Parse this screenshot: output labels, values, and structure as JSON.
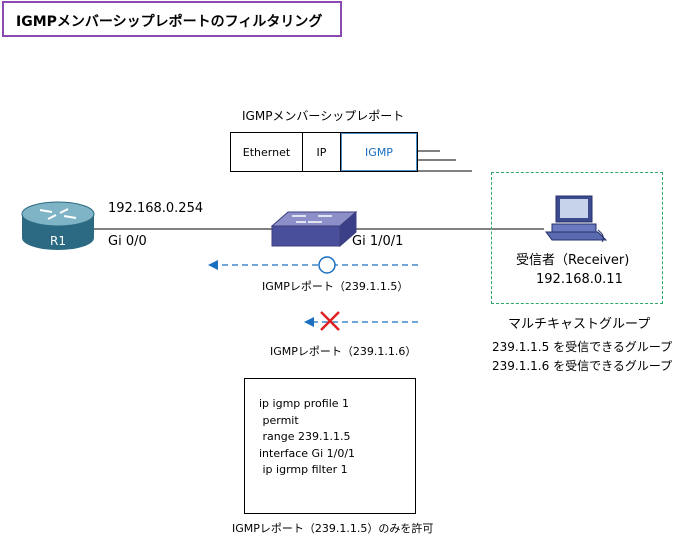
{
  "title": "IGMPメンバーシップレポートのフィルタリング",
  "packet": {
    "label": "IGMPメンバーシップレポート",
    "fields": [
      "Ethernet",
      "IP",
      "IGMP"
    ]
  },
  "router": {
    "name": "R1",
    "ip": "192.168.0.254",
    "interface": "Gi 0/0"
  },
  "switch": {
    "interface": "Gi 1/0/1"
  },
  "receiver": {
    "label": "受信者（Receiver)",
    "ip": "192.168.0.11"
  },
  "group": {
    "label": "マルチキャストグループ",
    "members": [
      "239.1.1.5 を受信できるグループ",
      "239.1.1.6 を受信できるグループ"
    ]
  },
  "reports": [
    {
      "label": "IGMPレポート（239.1.1.5）",
      "status": "allowed"
    },
    {
      "label": "IGMPレポート（239.1.1.6）",
      "status": "denied"
    }
  ],
  "config": {
    "lines": [
      "ip igmp profile 1",
      " permit",
      " range 239.1.1.5",
      "",
      "interface Gi 1/0/1",
      " ip igrmp filter 1"
    ],
    "caption": "IGMPレポート（239.1.1.5）のみを許可"
  },
  "colors": {
    "title_border": "#8a4ab0",
    "arrow": "#1a6fc0",
    "deny_mark": "#e02020",
    "group_border": "#2fa66a"
  }
}
